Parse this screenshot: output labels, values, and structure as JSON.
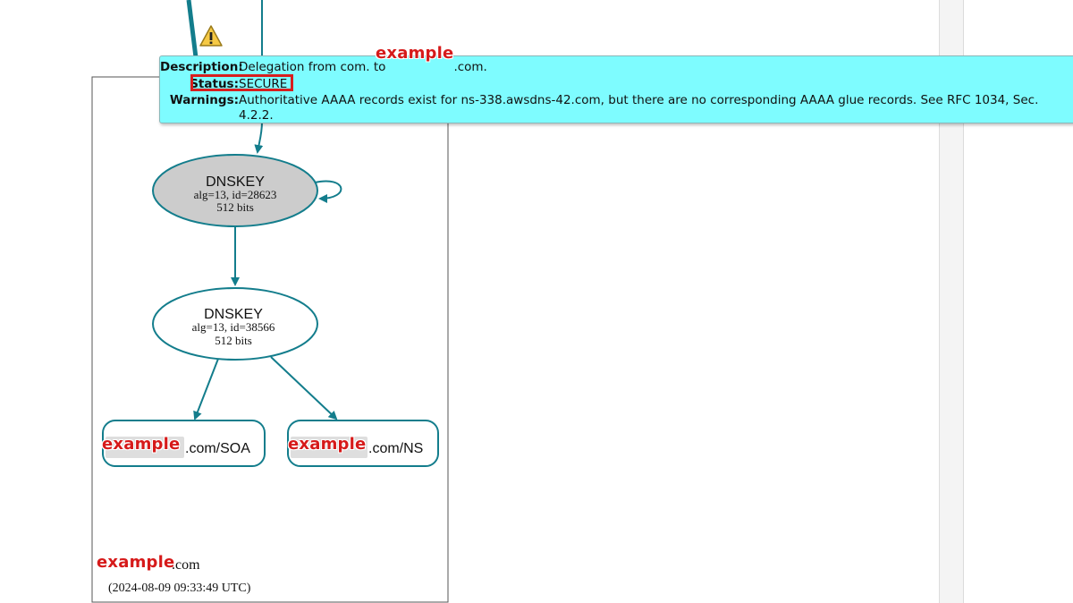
{
  "tooltip": {
    "description_label": "Description:",
    "description_value_prefix": "Delegation from com. to",
    "description_value_suffix": ".com.",
    "status_label": "Status:",
    "status_value": "SECURE",
    "warnings_label": "Warnings:",
    "warnings_value_line1": "Authoritative AAAA records exist for ns-338.awsdns-42.com, but there are no corresponding AAAA glue records. See RFC 1034, Sec.",
    "warnings_value_line2": "4.2.2."
  },
  "redaction_label": "example",
  "nodes": {
    "dnskey_ksk": {
      "title": "DNSKEY",
      "detail": "alg=13, id=28623",
      "bits": "512 bits"
    },
    "dnskey_zsk": {
      "title": "DNSKEY",
      "detail": "alg=13, id=38566",
      "bits": "512 bits"
    },
    "soa": {
      "suffix": ".com/SOA"
    },
    "ns": {
      "suffix": ".com/NS"
    }
  },
  "zone": {
    "name_suffix": ".com",
    "timestamp": "(2024-08-09 09:33:49 UTC)"
  },
  "colors": {
    "edge": "#137d8c",
    "tooltip_bg": "#7efcff",
    "status_highlight": "#d81e1e",
    "ksk_fill": "#cccccc"
  }
}
